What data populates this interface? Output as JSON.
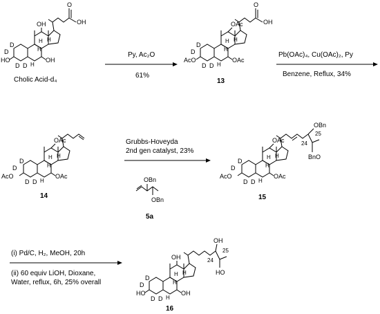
{
  "compounds": [
    {
      "id": "cholic",
      "label": "Cholic Acid-d₄",
      "bold": false,
      "subs": {
        "c12": "OH",
        "c3": "HO",
        "c7": "OH",
        "tail_end": "OH",
        "tail_o": "O"
      }
    },
    {
      "id": "c13",
      "label": "13",
      "bold": true,
      "subs": {
        "c12": "OAc",
        "c3": "AcO",
        "c7": "OAc",
        "tail_end": "OH",
        "tail_o": "O"
      }
    },
    {
      "id": "c14",
      "label": "14",
      "bold": true,
      "subs": {
        "c12": "OAc",
        "c3": "AcO",
        "c7": "OAc"
      }
    },
    {
      "id": "c15",
      "label": "15",
      "bold": true,
      "subs": {
        "c12": "OAc",
        "c3": "AcO",
        "c7": "OAc",
        "s1": "OBn",
        "s2": "BnO"
      },
      "locants": {
        "a": "24",
        "b": "25"
      }
    },
    {
      "id": "c16",
      "label": "16",
      "bold": true,
      "subs": {
        "c12": "OH",
        "c3": "HO",
        "c7": "OH",
        "s1": "OH",
        "s2": "HO"
      },
      "locants": {
        "a": "24",
        "b": "25"
      }
    }
  ],
  "reactions": [
    {
      "id": "r1",
      "above": [
        "Py, Ac₂O"
      ],
      "below": [
        "61%"
      ]
    },
    {
      "id": "r2",
      "above": [
        "Pb(OAc)₄, Cu(OAc)₂, Py"
      ],
      "below": [
        "Benzene, Reflux, 34%"
      ]
    },
    {
      "id": "r3",
      "above": [
        "Grubbs-Hoveyda",
        "2nd gen catalyst, 23%"
      ],
      "below": []
    },
    {
      "id": "r4",
      "above": [
        "(i) Pd/C, H₂, MeOH, 20h"
      ],
      "below": [
        "(ii) 60 equiv LiOH, Dioxane,",
        "Water, reflux, 6h, 25% overall"
      ]
    }
  ],
  "reagent": {
    "label": "5a",
    "top": "OBn",
    "bottom": "OBn"
  },
  "steroid_labels": {
    "deuterium": "D",
    "hydrogen": "H"
  }
}
